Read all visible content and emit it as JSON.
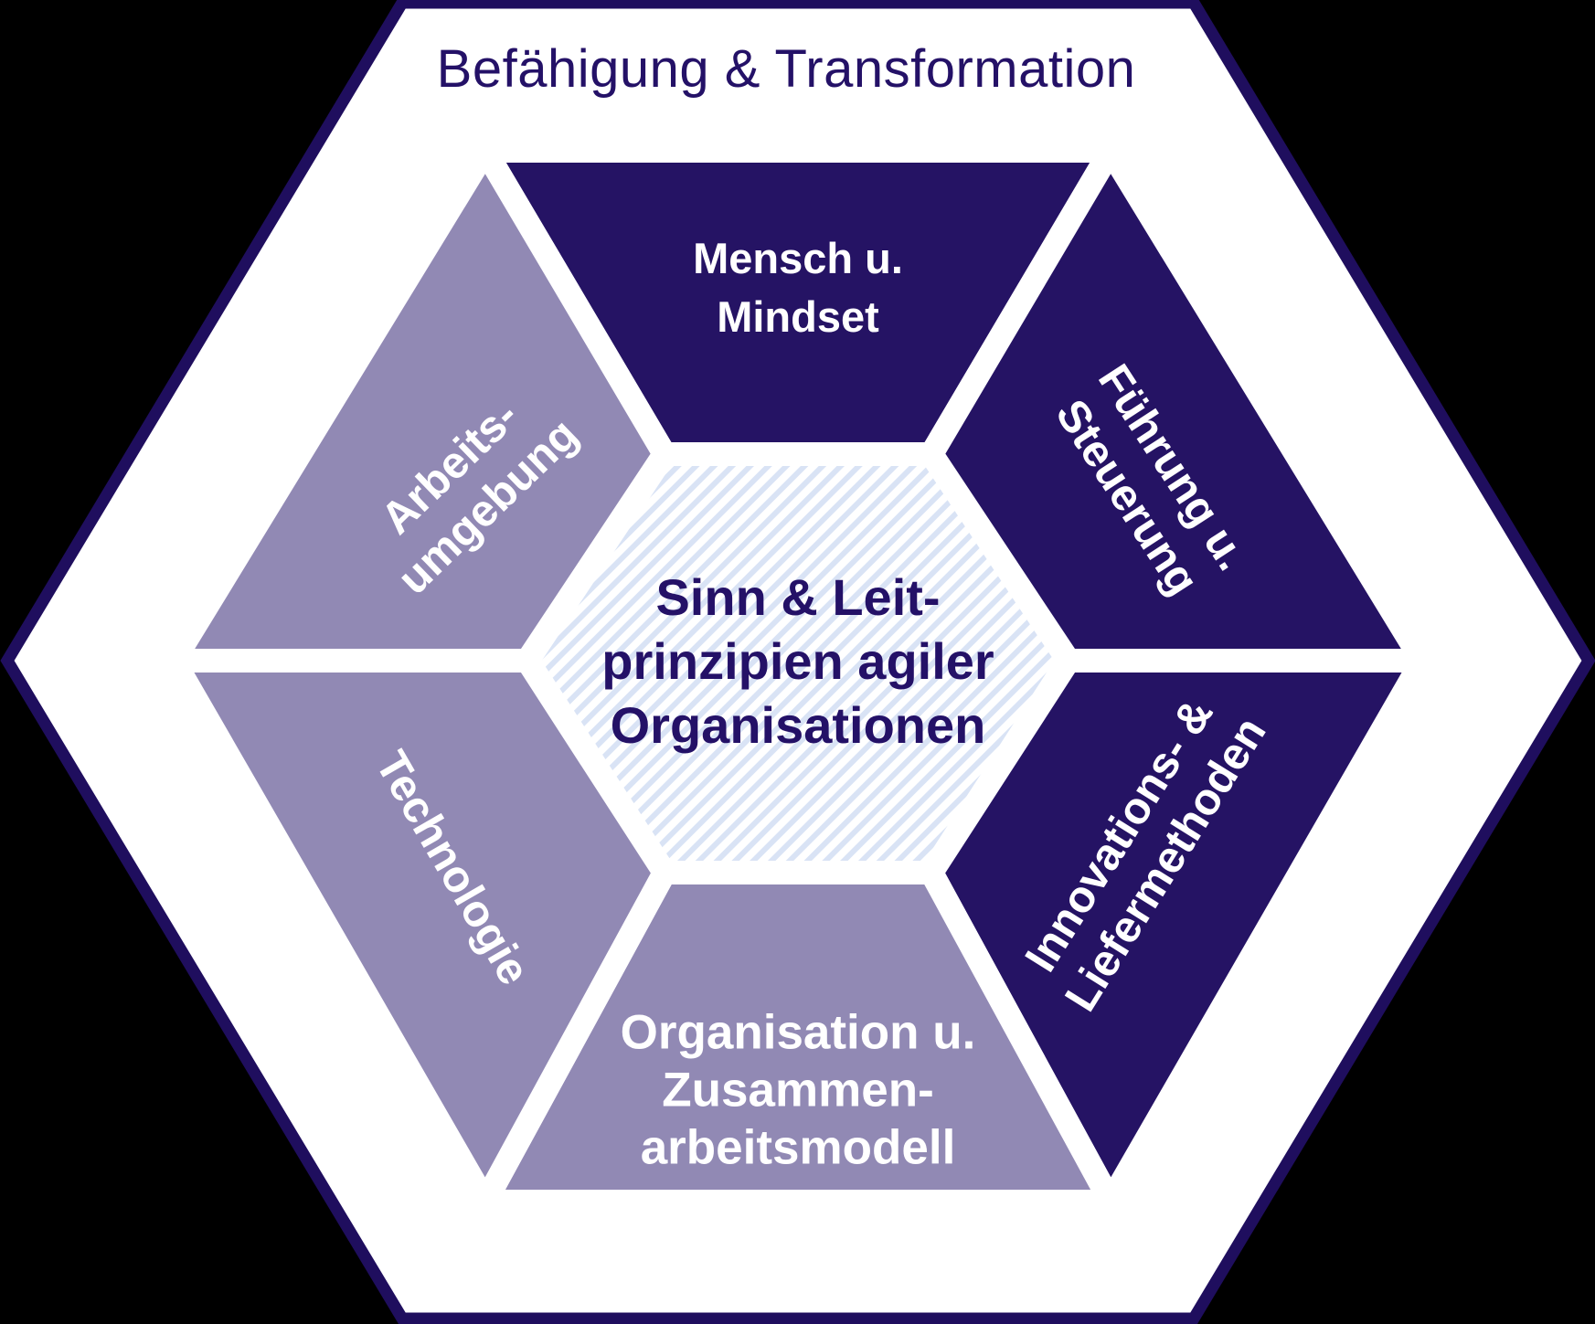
{
  "title": "Befähigung & Transformation",
  "colors": {
    "background": "#000000",
    "hexagon_fill": "#ffffff",
    "border_navy": "#1f0e5e",
    "segment_navy": "#251364",
    "segment_lavender": "#9189b4",
    "stripe_blue": "#d9e3f5",
    "stripe_background": "#ffffff",
    "text_navy": "#241167",
    "text_white": "#ffffff"
  },
  "center_hexagon": {
    "lines": [
      "Sinn & Leit-",
      "prinzipien agiler",
      "Organisationen"
    ]
  },
  "segments": {
    "top": {
      "lines": [
        "Mensch u.",
        "Mindset"
      ]
    },
    "top_right": {
      "lines": [
        "Führung u.",
        "Steuerung"
      ]
    },
    "bottom_right": {
      "lines": [
        "Innovations- &",
        "Liefermethoden"
      ]
    },
    "bottom": {
      "lines": [
        "Organisation u.",
        "Zusammen-",
        "arbeitsmodell"
      ]
    },
    "bottom_left": {
      "lines": [
        "Technologie"
      ]
    },
    "top_left": {
      "lines": [
        "Arbeits-",
        "umgebung"
      ]
    }
  }
}
